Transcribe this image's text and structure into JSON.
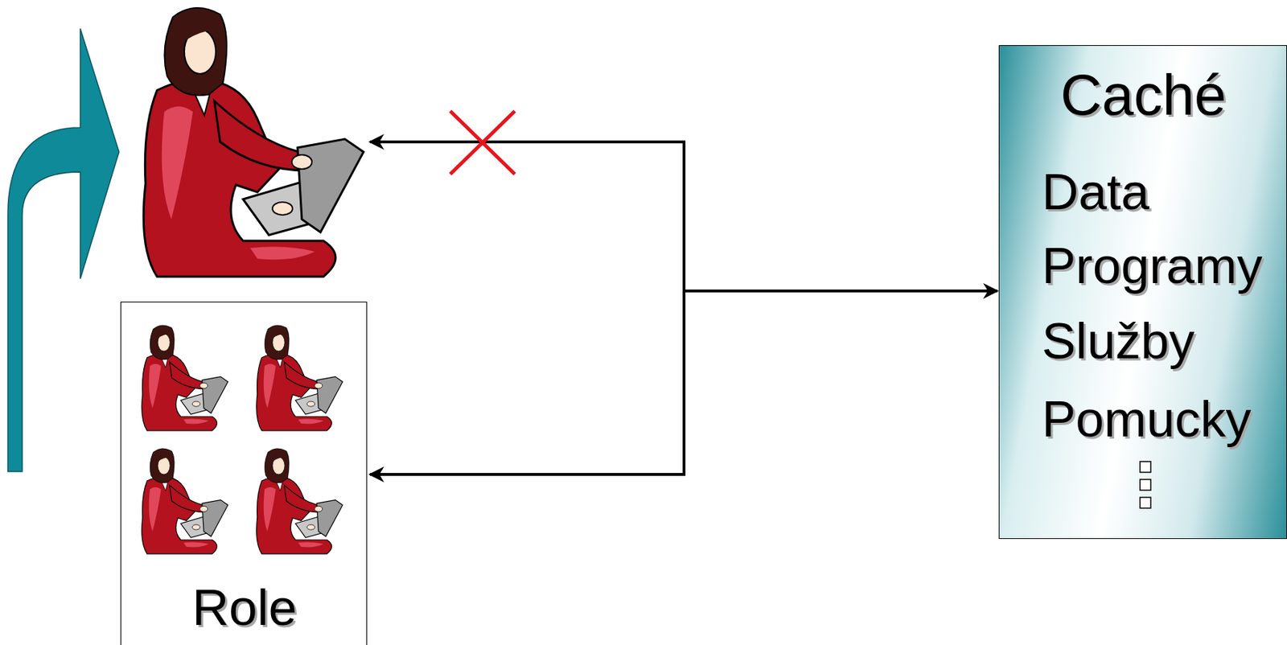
{
  "diagram": {
    "nodes": [
      {
        "text": [
          "Caché",
          "Data",
          "Programy",
          "Služby",
          "Pomucky"
        ]
      },
      {
        "text": [
          "Role"
        ]
      }
    ],
    "edges": [
      {
        "from": 0,
        "to": 1,
        "arrow": "both"
      }
    ]
  }
}
